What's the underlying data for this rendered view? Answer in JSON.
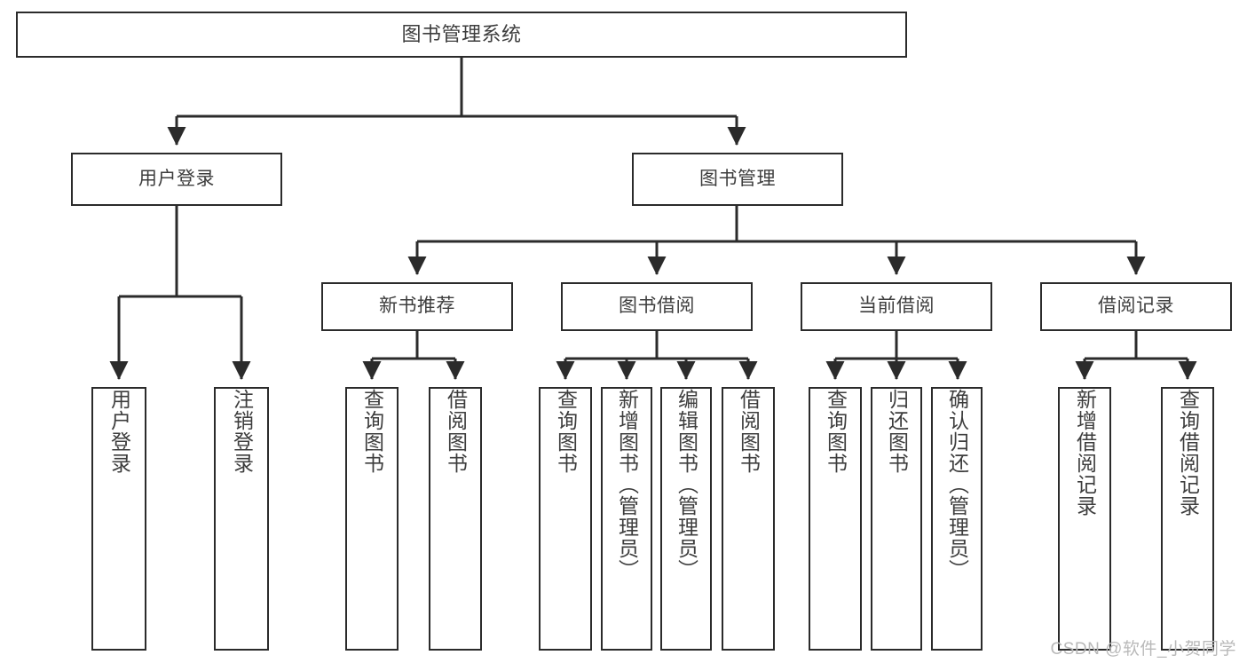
{
  "diagram": {
    "title": "图书管理系统",
    "type": "tree",
    "watermark": "CSDN @软件_小贺同学",
    "stroke_color": "#2b2b2b",
    "text_color": "#3d3d3d",
    "background_color": "#ffffff",
    "nodes": {
      "root": {
        "label": "图书管理系统"
      },
      "level2": [
        {
          "label": "用户登录"
        },
        {
          "label": "图书管理"
        }
      ],
      "level3": [
        {
          "label": "新书推荐"
        },
        {
          "label": "图书借阅"
        },
        {
          "label": "当前借阅"
        },
        {
          "label": "借阅记录"
        }
      ],
      "leaves": [
        {
          "label": "用户登录",
          "parent": "用户登录"
        },
        {
          "label": "注销登录",
          "parent": "用户登录"
        },
        {
          "label": "查询图书",
          "parent": "新书推荐"
        },
        {
          "label": "借阅图书",
          "parent": "新书推荐"
        },
        {
          "label": "查询图书",
          "parent": "图书借阅"
        },
        {
          "label": "新增图书（管理员）",
          "parent": "图书借阅"
        },
        {
          "label": "编辑图书（管理员）",
          "parent": "图书借阅"
        },
        {
          "label": "借阅图书",
          "parent": "图书借阅"
        },
        {
          "label": "查询图书",
          "parent": "当前借阅"
        },
        {
          "label": "归还图书",
          "parent": "当前借阅"
        },
        {
          "label": "确认归还（管理员）",
          "parent": "当前借阅"
        },
        {
          "label": "新增借阅记录",
          "parent": "借阅记录"
        },
        {
          "label": "查询借阅记录",
          "parent": "借阅记录"
        }
      ]
    }
  }
}
